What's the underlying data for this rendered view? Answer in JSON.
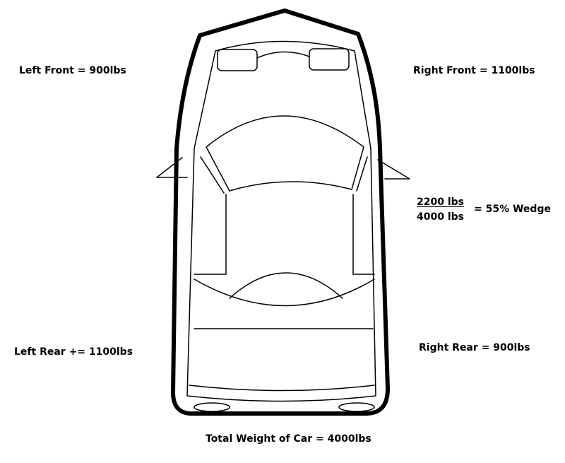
{
  "labels": {
    "left_front": "Left Front = 900lbs",
    "right_front": "Right Front = 1100lbs",
    "left_rear": "Left Rear += 1100lbs",
    "right_rear": "Right Rear = 900lbs",
    "total": "Total Weight of Car = 4000lbs"
  },
  "wedge": {
    "numerator": "2200 lbs",
    "denominator": "4000 lbs",
    "result": "= 55% Wedge"
  },
  "colors": {
    "ink": "#000000",
    "background": "#ffffff"
  }
}
